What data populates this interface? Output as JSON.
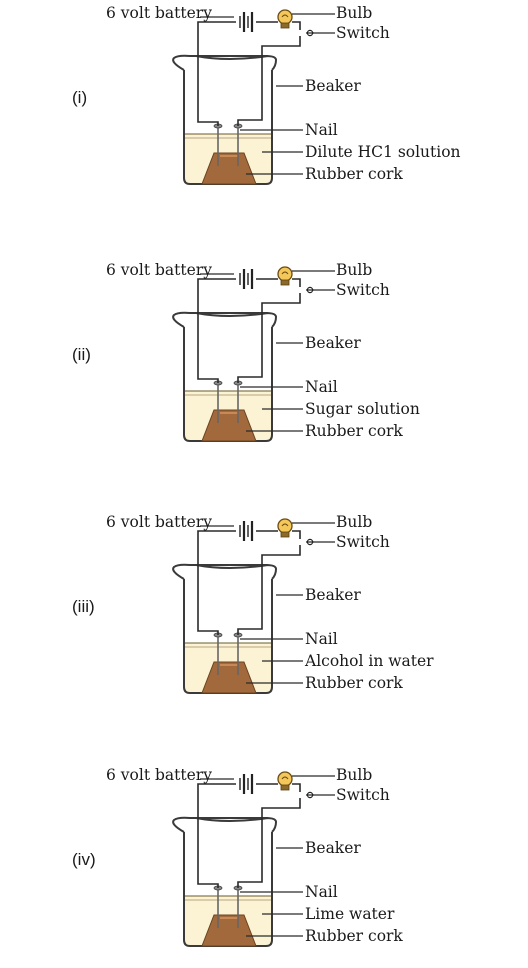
{
  "labels": {
    "battery": "6 volt battery",
    "bulb": "Bulb",
    "switch": "Switch",
    "beaker": "Beaker",
    "nail": "Nail",
    "cork": "Rubber cork"
  },
  "setups": [
    {
      "roman": "(i)",
      "solution": "Dilute HC1 solution"
    },
    {
      "roman": "(ii)",
      "solution": "Sugar solution"
    },
    {
      "roman": "(iii)",
      "solution": "Alcohol in water"
    },
    {
      "roman": "(iv)",
      "solution": "Lime water"
    }
  ],
  "colors": {
    "liquid": "#fcf3d4",
    "cork": "#a26a3c",
    "bulb": "#f3c75a",
    "line": "#2a2a2a"
  }
}
